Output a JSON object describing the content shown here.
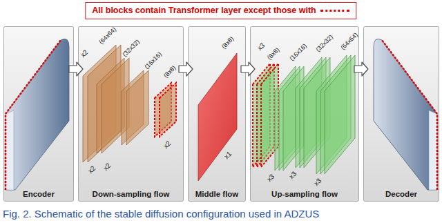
{
  "diagram": {
    "caption": "Fig. 2. Schematic of the stable diffusion configuration used in ADZUS",
    "nodes": [
      {
        "text": [
          "Encoder"
        ]
      },
      {
        "text": [
          "Down-sampling flow"
        ]
      },
      {
        "text": [
          "Middle flow"
        ]
      },
      {
        "text": [
          "Up-sampling flow"
        ]
      },
      {
        "text": [
          "Decoder"
        ]
      }
    ],
    "edges": [
      {
        "from": 0,
        "to": 1,
        "arrow": "to"
      },
      {
        "from": 1,
        "to": 2,
        "arrow": "to"
      },
      {
        "from": 2,
        "to": 3,
        "arrow": "to"
      },
      {
        "from": 3,
        "to": 4,
        "arrow": "to"
      }
    ],
    "labels": [
      "(64x64)",
      "(32x32)",
      "(16x16)",
      "(8x8)",
      "x2",
      "x2",
      "x2",
      "x2",
      "(8x8)",
      "x1",
      "(8x8)",
      "(16x16)",
      "(32x32)",
      "(64x64)",
      "x3",
      "x3",
      "x3",
      "x3"
    ],
    "legend": [
      {
        "text": "All blocks contain Transformer layer except those with"
      }
    ]
  }
}
